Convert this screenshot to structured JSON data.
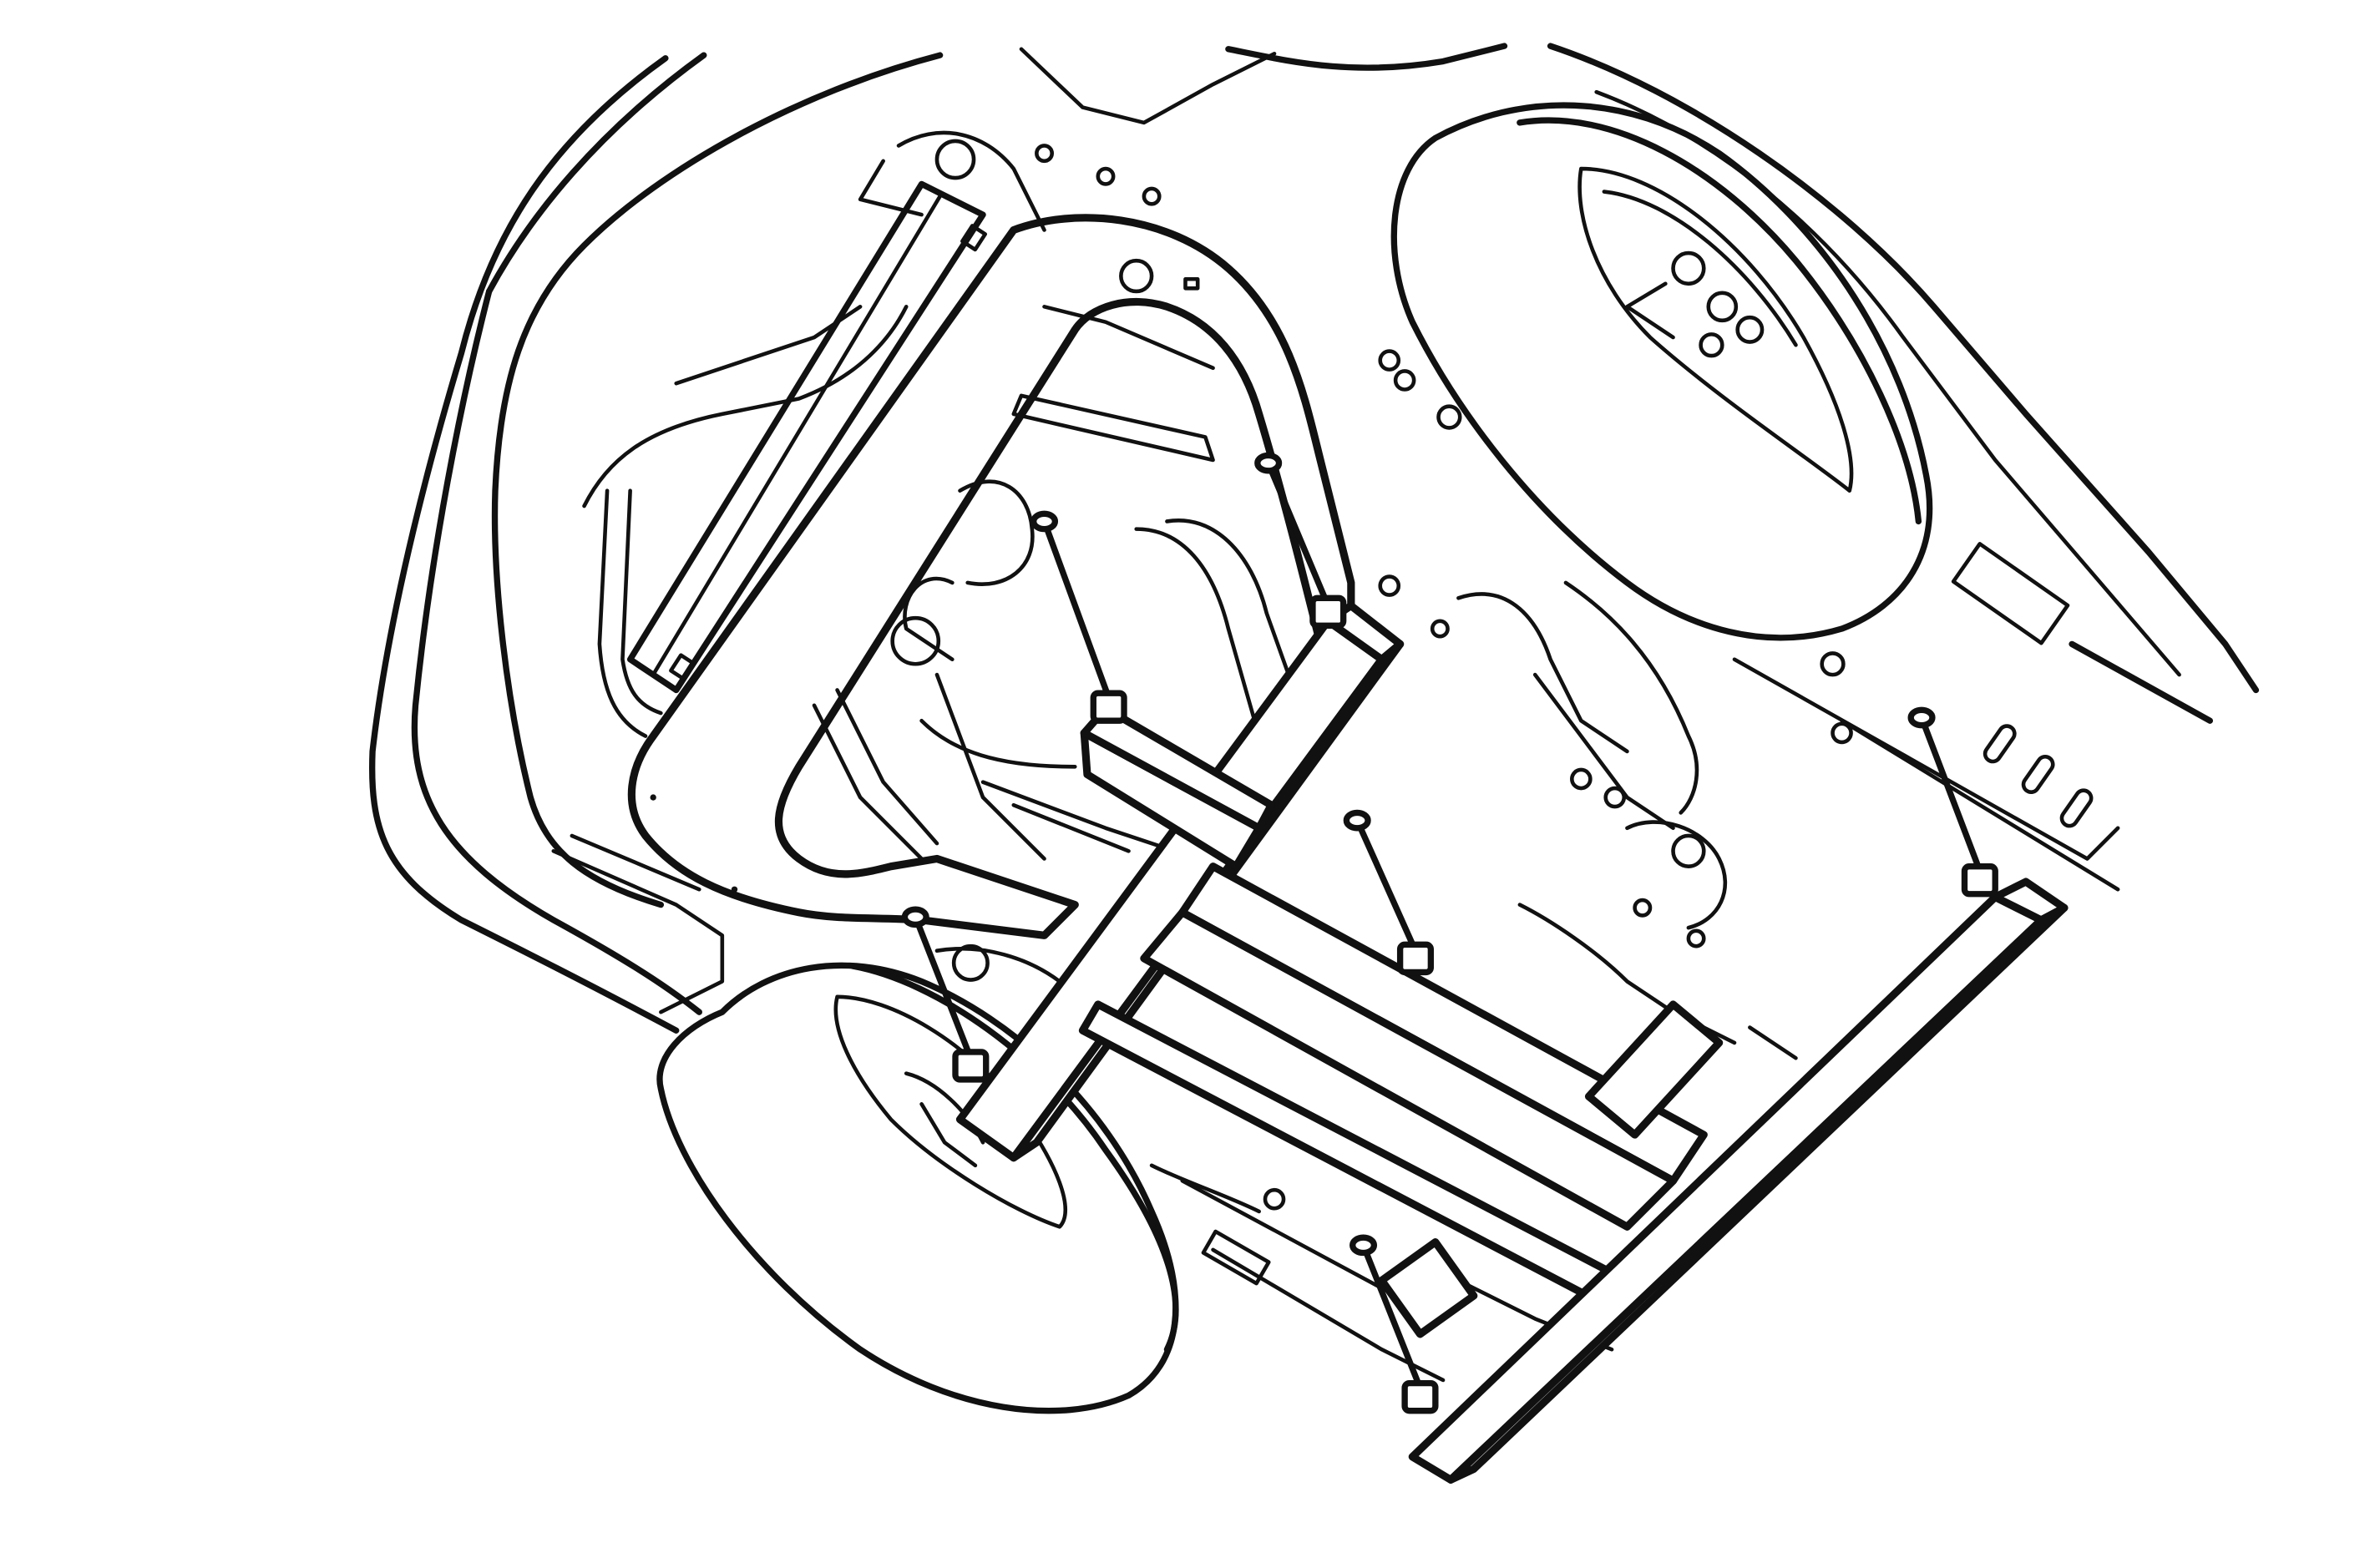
{
  "colors": {
    "line": "#111111",
    "background": "#ffffff"
  },
  "figure": {
    "caption": "",
    "parts": [
      "vehicle-body-outline",
      "front-wheel",
      "spare-tire",
      "engine-subframe",
      "lift-frame-rail-left",
      "lift-frame-rail-main",
      "lift-frame-rail-cross",
      "support-posts"
    ]
  }
}
